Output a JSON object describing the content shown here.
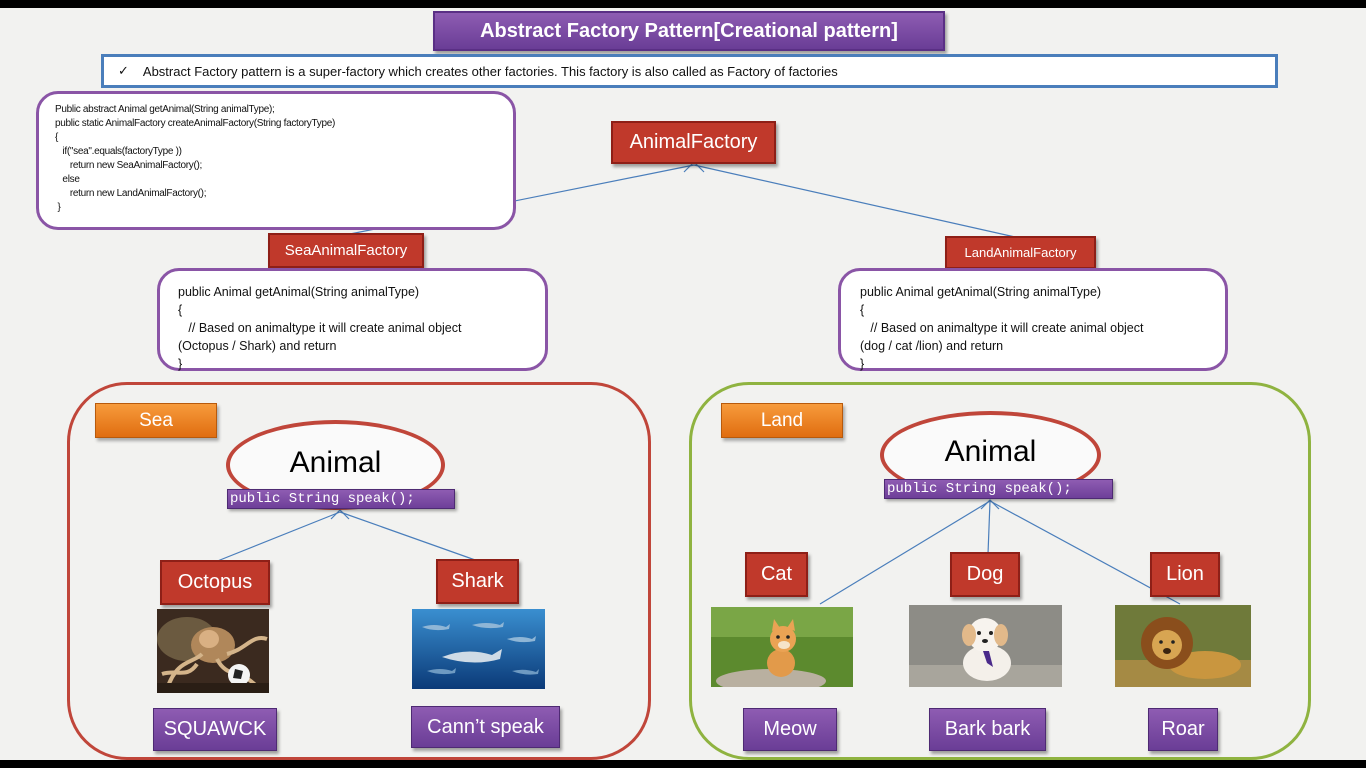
{
  "title": "Abstract Factory  Pattern[Creational pattern]",
  "description": {
    "check_glyph": "✓",
    "text": "Abstract Factory pattern is a super-factory which creates other factories. This factory is also called as Factory of factories"
  },
  "top_code": [
    "Public abstract Animal getAnimal(String animalType);",
    "public static AnimalFactory createAnimalFactory(String factoryType)",
    "{",
    "   if(\"sea\".equals(factoryType ))",
    "      return new SeaAnimalFactory();",
    "   else",
    "      return new LandAnimalFactory();",
    " }"
  ],
  "factories": {
    "root": "AnimalFactory",
    "sea": "SeaAnimalFactory",
    "land": "LandAnimalFactory"
  },
  "sea_code": [
    "public Animal getAnimal(String animalType)",
    "{",
    "   // Based on animaltype it will create animal object",
    "(Octopus / Shark) and return",
    "}"
  ],
  "land_code": [
    "public Animal getAnimal(String animalType)",
    "{",
    "   // Based on animaltype it will create animal object",
    "(dog / cat /lion) and return",
    "}"
  ],
  "sea": {
    "tag": "Sea",
    "interface_name": "Animal",
    "method": "public String speak();",
    "animals": [
      {
        "name": "Octopus",
        "sound": "SQUAWCK",
        "image": "octopus-photo"
      },
      {
        "name": "Shark",
        "sound": "Cann’t speak",
        "image": "shark-photo"
      }
    ]
  },
  "land": {
    "tag": "Land",
    "interface_name": "Animal",
    "method": "public String speak();",
    "animals": [
      {
        "name": "Cat",
        "sound": "Meow",
        "image": "cat-photo"
      },
      {
        "name": "Dog",
        "sound": "Bark bark",
        "image": "dog-photo"
      },
      {
        "name": "Lion",
        "sound": "Roar",
        "image": "lion-photo"
      }
    ]
  },
  "colors": {
    "red_box": "#c0392b",
    "purple": "#7b4aa6",
    "orange": "#f0821e",
    "sea_border": "#c0463a",
    "land_border": "#8fb340",
    "connector": "#4a7ebb"
  }
}
